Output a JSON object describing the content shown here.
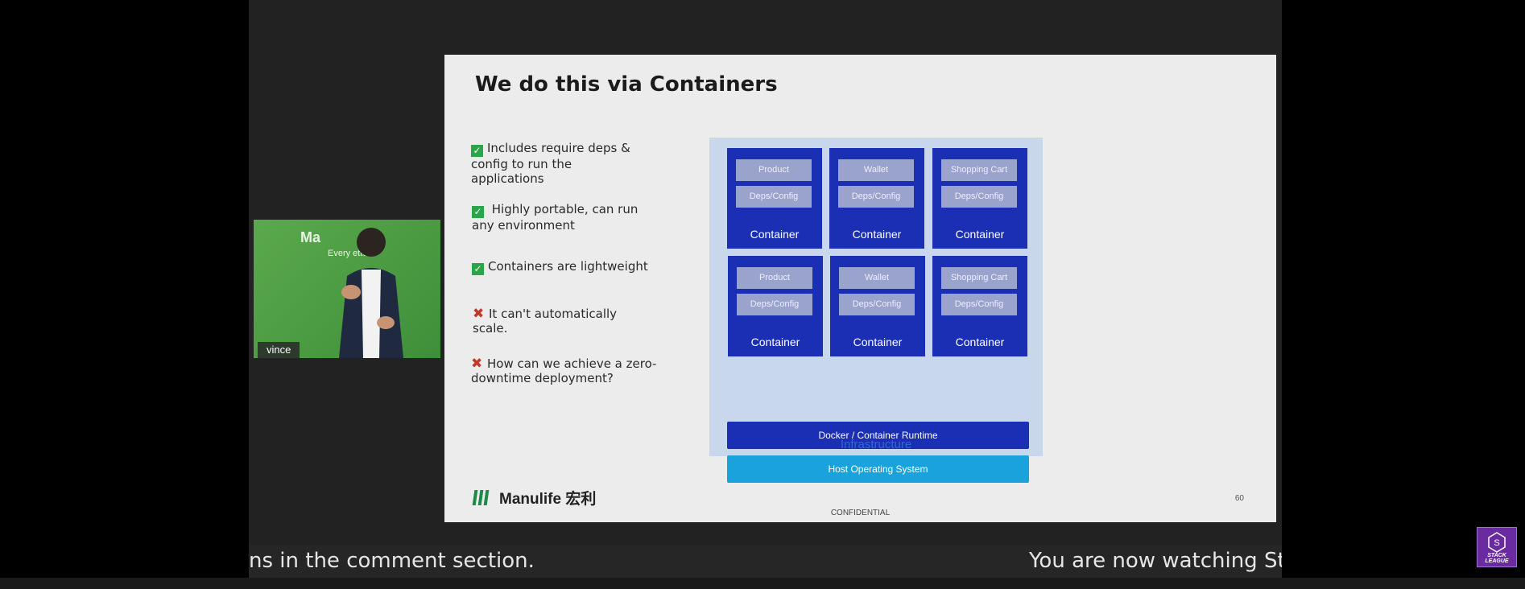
{
  "slide": {
    "title": "We do this via Containers",
    "points": [
      {
        "mark": "check",
        "text": "Includes require deps &",
        "extra": "config to run the\napplications"
      },
      {
        "mark": "check",
        "text": " Highly portable, can run",
        "extra": "any environment"
      },
      {
        "mark": "check",
        "text": "Containers are lightweight",
        "extra": ""
      },
      {
        "mark": "cross",
        "text": "It can't automatically",
        "extra": "scale."
      },
      {
        "mark": "cross",
        "text": "How can we achieve a zero-",
        "extra": "downtime deployment?"
      }
    ],
    "containers": [
      {
        "app": "Product",
        "deps": "Deps/Config",
        "label": "Container"
      },
      {
        "app": "Wallet",
        "deps": "Deps/Config",
        "label": "Container"
      },
      {
        "app": "Shopping Cart",
        "deps": "Deps/Config",
        "label": "Container"
      },
      {
        "app": "Product",
        "deps": "Deps/Config",
        "label": "Container"
      },
      {
        "app": "Wallet",
        "deps": "Deps/Config",
        "label": "Container"
      },
      {
        "app": "Shopping Cart",
        "deps": "Deps/Config",
        "label": "Container"
      }
    ],
    "runtime": "Docker / Container Runtime",
    "host_os": "Host Operating System",
    "infrastructure": "Infrastructure",
    "logo_text": "Manulife 宏利",
    "confidential": "CONFIDENTIAL",
    "page_number": "60"
  },
  "camera": {
    "brand": "Ma",
    "tagline": "Every     etter",
    "participant_name": "vince"
  },
  "ticker": {
    "left_text": "ns in the comment section.",
    "right_text": "You are now watching Sta"
  },
  "badge": {
    "text": "STACK LEAGUE",
    "icon": "stack-league-logo-icon"
  },
  "colors": {
    "container": "#1a2fb4",
    "host_os": "#1aa2dc",
    "check": "#2aa54a",
    "cross": "#c0392b",
    "brand_green": "#1b8a4a"
  }
}
